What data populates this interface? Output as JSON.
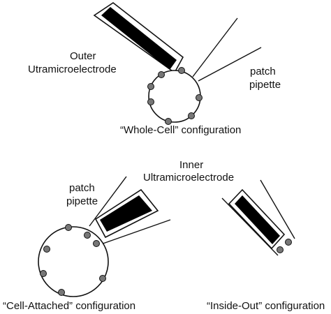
{
  "labels": {
    "outer_line1": "Outer",
    "outer_line2": "Utramicroelectrode",
    "patch_top_line1": "patch",
    "patch_top_line2": "pipette",
    "whole_cell": "“Whole-Cell” configuration",
    "inner_line1": "Inner",
    "inner_line2": "Ultramicroelectrode",
    "patch_bottom_line1": "patch",
    "patch_bottom_line2": "pipette",
    "cell_attached": "“Cell-Attached” configuration",
    "inside_out": "“Inside-Out” configuration"
  },
  "colors": {
    "ink": "#111111",
    "electrode_fill": "#000000",
    "channel_fill": "#777777",
    "background": "#ffffff"
  }
}
